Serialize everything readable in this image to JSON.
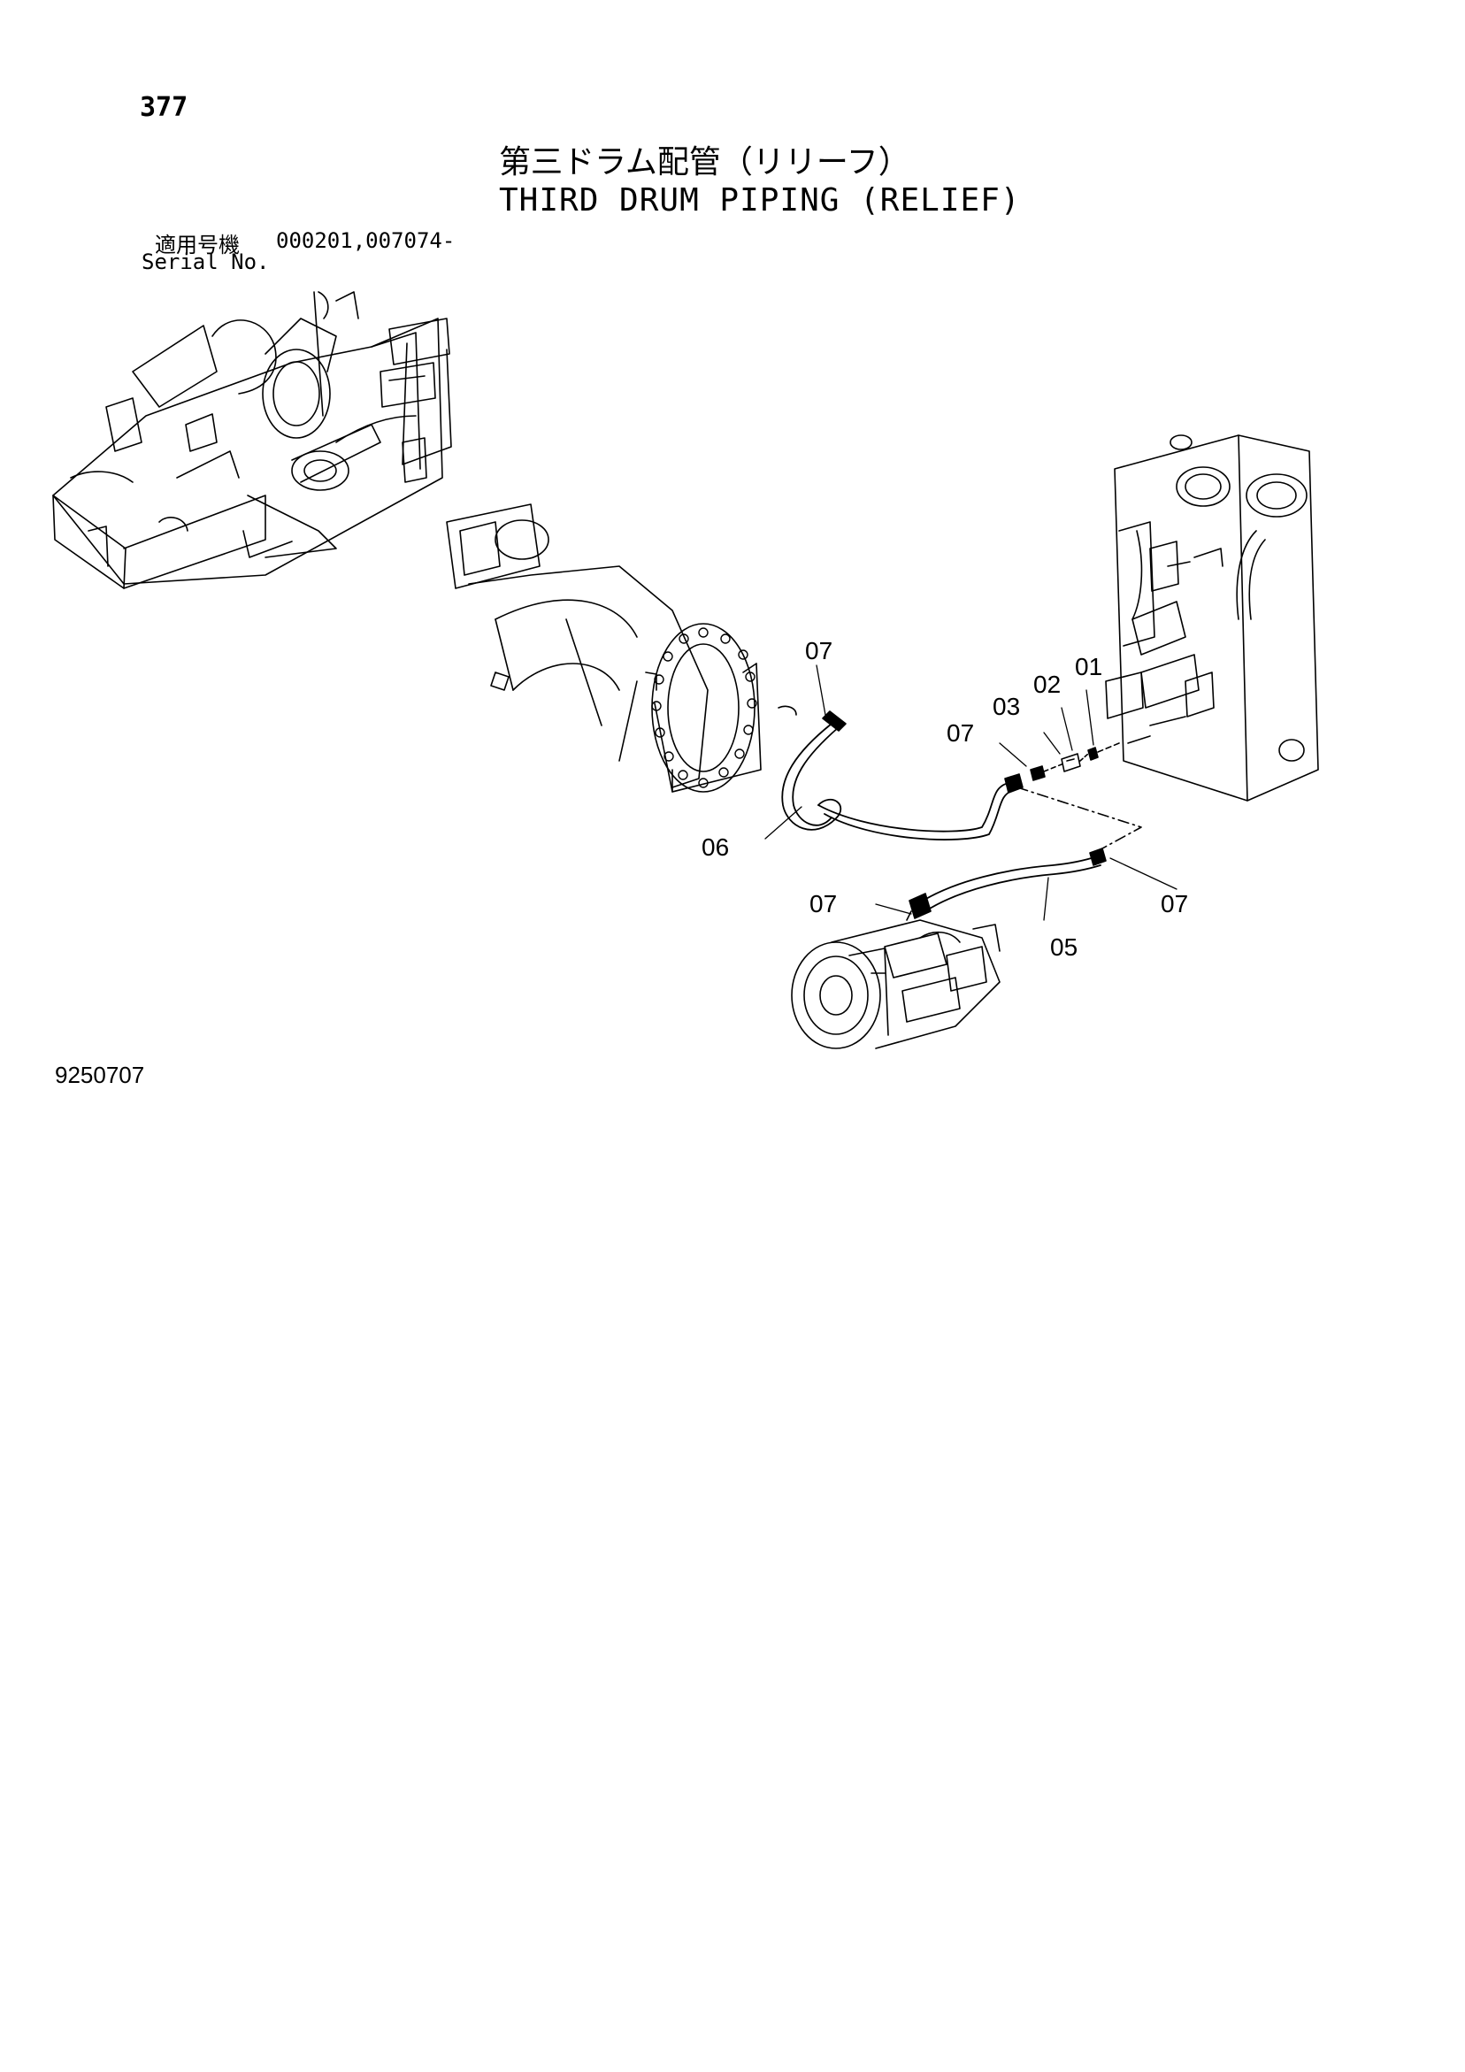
{
  "page_number": "377",
  "title": {
    "japanese": "第三ドラム配管（リリーフ）",
    "english": "THIRD DRUM PIPING (RELIEF)"
  },
  "serial": {
    "label_japanese": "適用号機",
    "value": "000201,007074-",
    "label_english": "Serial No."
  },
  "figure_number": "9250707",
  "callouts": {
    "c01": "01",
    "c02": "02",
    "c03": "03",
    "c05": "05",
    "c06": "06",
    "c07_top": "07",
    "c07_mid": "07",
    "c07_right": "07",
    "c07_pump": "07"
  },
  "components": [
    "upper-frame",
    "third-drum-winch",
    "hydraulic-tank",
    "main-pump",
    "hose-06",
    "hose-05",
    "fittings-01-02-03"
  ]
}
